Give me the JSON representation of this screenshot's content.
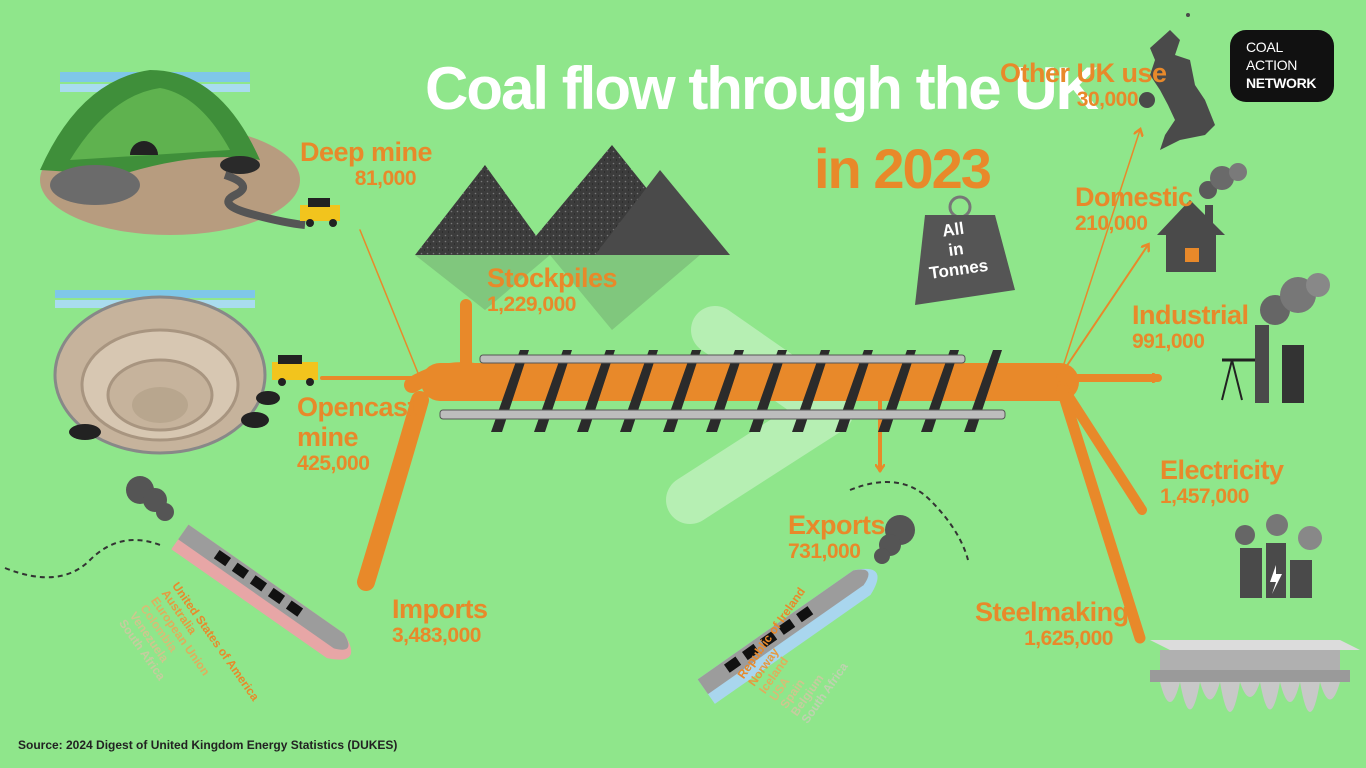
{
  "title": {
    "line1": "Coal flow through the UK",
    "line2": "in 2023"
  },
  "unit_badge": {
    "line1": "All",
    "line2": "in",
    "line3": "Tonnes"
  },
  "logo": {
    "line1": "COAL",
    "line2": "ACTION",
    "line3": "NETWORK"
  },
  "sources": {
    "deep_mine": {
      "label": "Deep mine",
      "value": "81,000"
    },
    "opencast": {
      "label1": "Opencast",
      "label2": "mine",
      "value": "425,000"
    },
    "imports": {
      "label": "Imports",
      "value": "3,483,000"
    },
    "stockpiles": {
      "label": "Stockpiles",
      "value": "1,229,000"
    }
  },
  "uses": {
    "other": {
      "label": "Other UK use",
      "value": "30,000"
    },
    "domestic": {
      "label": "Domestic",
      "value": "210,000"
    },
    "industrial": {
      "label": "Industrial",
      "value": "991,000"
    },
    "electricity": {
      "label": "Electricity",
      "value": "1,457,000"
    },
    "steelmaking": {
      "label": "Steelmaking",
      "value": "1,625,000"
    },
    "exports": {
      "label": "Exports",
      "value": "731,000"
    }
  },
  "import_countries": [
    "United States of America",
    "Australia",
    "European Union",
    "Colombia",
    "Venezuela",
    "South Africa"
  ],
  "export_countries": [
    "Republic of Ireland",
    "Norway",
    "Iceland",
    "USA",
    "Spain",
    "Belgium",
    "South Africa"
  ],
  "colors": {
    "background": "#8fe68b",
    "flow": "#e8892a",
    "title": "#ffffff"
  },
  "icons": [
    "hill-mine-icon",
    "open-pit-icon",
    "cargo-ship-icon",
    "coal-pile-icon",
    "railway-icon",
    "weight-icon",
    "uk-map-icon",
    "house-icon",
    "factory-icon",
    "power-station-icon",
    "steel-beam-icon"
  ],
  "source_note": "Source: 2024 Digest of United Kingdom Energy Statistics (DUKES)"
}
